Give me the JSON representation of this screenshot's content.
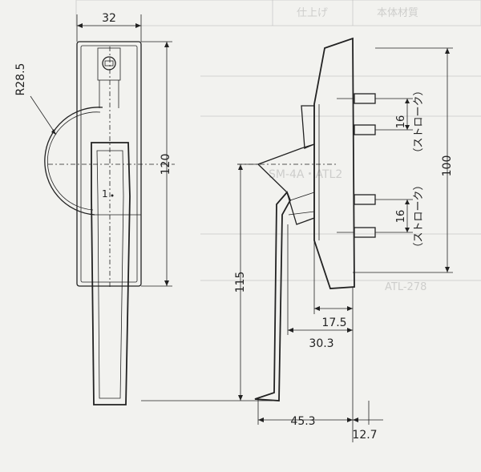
{
  "front_view": {
    "width_dim": "32",
    "radius_dim": "R28.5",
    "height_dim": "120",
    "mark": "1"
  },
  "side_view": {
    "stroke_dim_upper": "16",
    "stroke_label_upper": "（ストローク）",
    "stroke_dim_lower": "16",
    "stroke_label_lower": "（ストローク）",
    "overall_dim": "100",
    "handle_height_dim": "115",
    "dim_175": "17.5",
    "dim_303": "30.3",
    "dim_453": "45.3",
    "dim_127": "12.7"
  },
  "bleed_through": {
    "header_1": "本体材質",
    "header_2": "仕上げ",
    "code_1": "SM-4A・ATL2",
    "code_2": "ATL-278"
  }
}
